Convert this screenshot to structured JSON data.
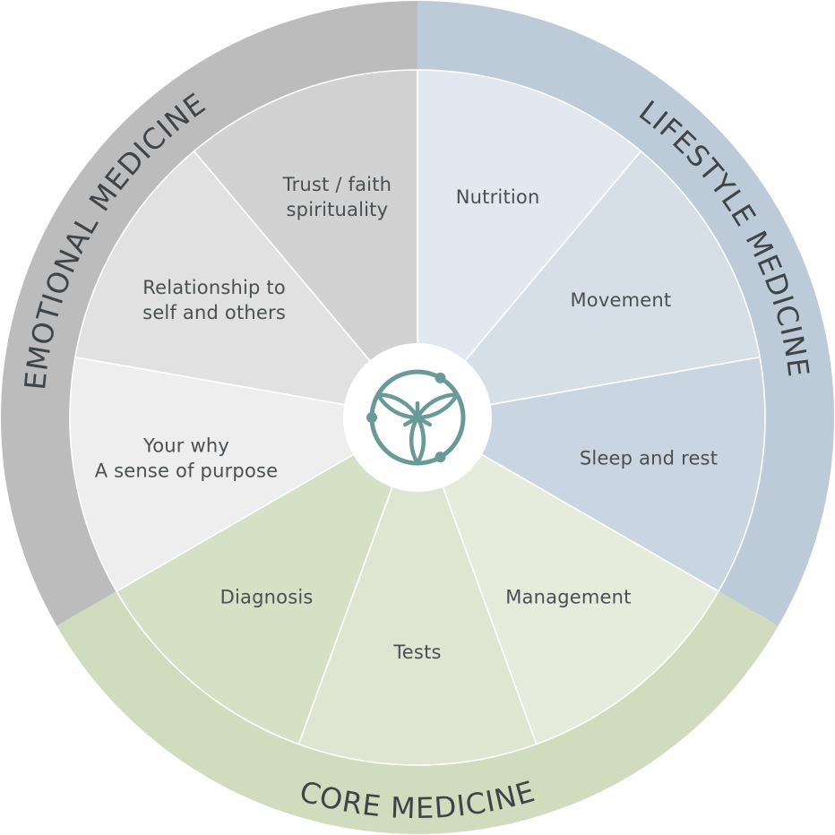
{
  "rings": [
    {
      "id": "lifestyle",
      "label": "LIFESTYLE MEDICINE",
      "color": "#bccbd7"
    },
    {
      "id": "core",
      "label": "CORE MEDICINE",
      "color": "#d0dcbd"
    },
    {
      "id": "emotional",
      "label": "EMOTIONAL MEDICINE",
      "color": "#bcbcbc"
    }
  ],
  "segments": [
    {
      "group": "lifestyle",
      "lines": [
        "Nutrition"
      ],
      "color": "#e2e8ef"
    },
    {
      "group": "lifestyle",
      "lines": [
        "Movement"
      ],
      "color": "#d6dfe7"
    },
    {
      "group": "lifestyle",
      "lines": [
        "Sleep and rest"
      ],
      "color": "#c9d5e0"
    },
    {
      "group": "core",
      "lines": [
        "Management"
      ],
      "color": "#e6ecdc"
    },
    {
      "group": "core",
      "lines": [
        "Tests"
      ],
      "color": "#dee6d1"
    },
    {
      "group": "core",
      "lines": [
        "Diagnosis"
      ],
      "color": "#d6e0c5"
    },
    {
      "group": "emotional",
      "lines": [
        "Your why",
        "A sense of purpose"
      ],
      "color": "#eeeeee"
    },
    {
      "group": "emotional",
      "lines": [
        "Relationship to",
        "self and others"
      ],
      "color": "#e1e1e1"
    },
    {
      "group": "emotional",
      "lines": [
        "Trust / faith",
        "spirituality"
      ],
      "color": "#d2d2d2"
    }
  ],
  "center": {
    "icon": "three-petal-logo-icon",
    "color": "#6a9a98"
  }
}
